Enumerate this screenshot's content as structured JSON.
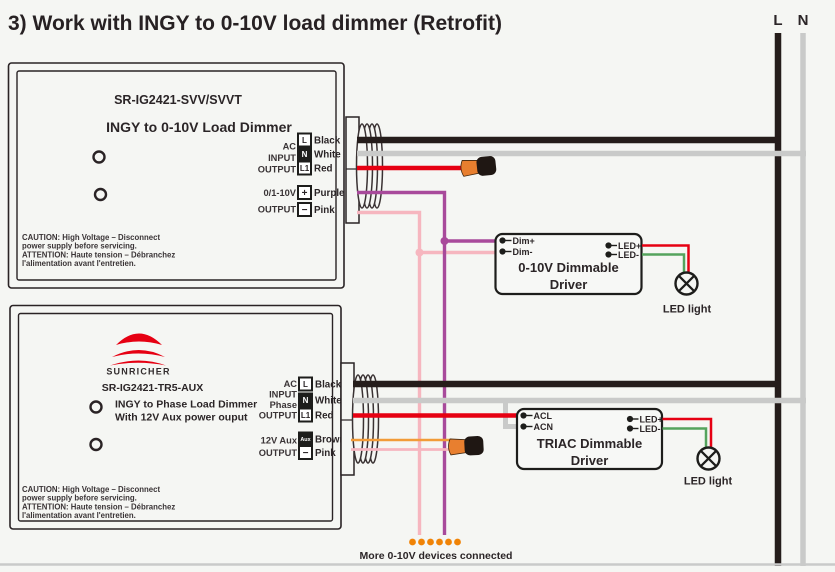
{
  "title": "3) Work with INGY to 0-10V load dimmer (Retrofit)",
  "mains": {
    "live": "L",
    "neutral": "N"
  },
  "colors": {
    "background": "#f5f6f3",
    "wire_black": "#251d1b",
    "wire_gray": "#c9cac9",
    "wire_red": "#e60012",
    "wire_purple": "#a84a9b",
    "wire_pink": "#f6b6bf",
    "wire_orange": "#f29b38",
    "wire_green": "#55a35d",
    "dots_orange": "#f08306",
    "nut_orange": "#e87f2f",
    "nut_cap": "#1f1713",
    "brand_red": "#e60012"
  },
  "device1": {
    "model": "SR-IG2421-SVV/SVVT",
    "name": "INGY to 0-10V Load Dimmer",
    "ac_io": [
      "AC",
      "INPUT",
      "OUTPUT"
    ],
    "dim_io": [
      "0/1-10V",
      "OUTPUT"
    ],
    "terminals": [
      {
        "key": "L",
        "wire": "Black"
      },
      {
        "key": "N",
        "wire": "White"
      },
      {
        "key": "L1",
        "wire": "Red"
      },
      {
        "key": "+",
        "wire": "Purple"
      },
      {
        "key": "−",
        "wire": "Pink"
      }
    ],
    "caution": [
      "CAUTION: High Voltage – Disconnect",
      "power supply before servicing.",
      "ATTENTION: Haute tension – Débranchez",
      "l'alimentation avant l'entretien."
    ]
  },
  "device2": {
    "brand": "SUNRICHER",
    "model": "SR-IG2421-TR5-AUX",
    "desc_line1": "INGY to Phase Load Dimmer",
    "desc_line2": "With 12V Aux power ouput",
    "ac_io": [
      "AC",
      "INPUT",
      "Phase",
      "OUTPUT"
    ],
    "aux_io": [
      "12V Aux",
      "OUTPUT"
    ],
    "terminals": [
      {
        "key": "L",
        "wire": "Black"
      },
      {
        "key": "N",
        "wire": "White"
      },
      {
        "key": "L1",
        "wire": "Red"
      },
      {
        "key": "Aux",
        "wire": "Brown"
      },
      {
        "key": "−",
        "wire": "Pink"
      }
    ],
    "caution": [
      "CAUTION: High Voltage – Disconnect",
      "power supply before servicing.",
      "ATTENTION: Haute tension – Débranchez",
      "l'alimentation avant l'entretien."
    ]
  },
  "driver1": {
    "line1": "0-10V Dimmable",
    "line2": "Driver",
    "in1": "Dim+",
    "in2": "Dim-",
    "out1": "LED+",
    "out2": "LED-",
    "load": "LED light"
  },
  "driver2": {
    "line1": "TRIAC Dimmable",
    "line2": "Driver",
    "in1": "ACL",
    "in2": "ACN",
    "out1": "LED+",
    "out2": "LED-",
    "load": "LED light"
  },
  "note": {
    "more_devices": "More 0-10V devices connected"
  }
}
